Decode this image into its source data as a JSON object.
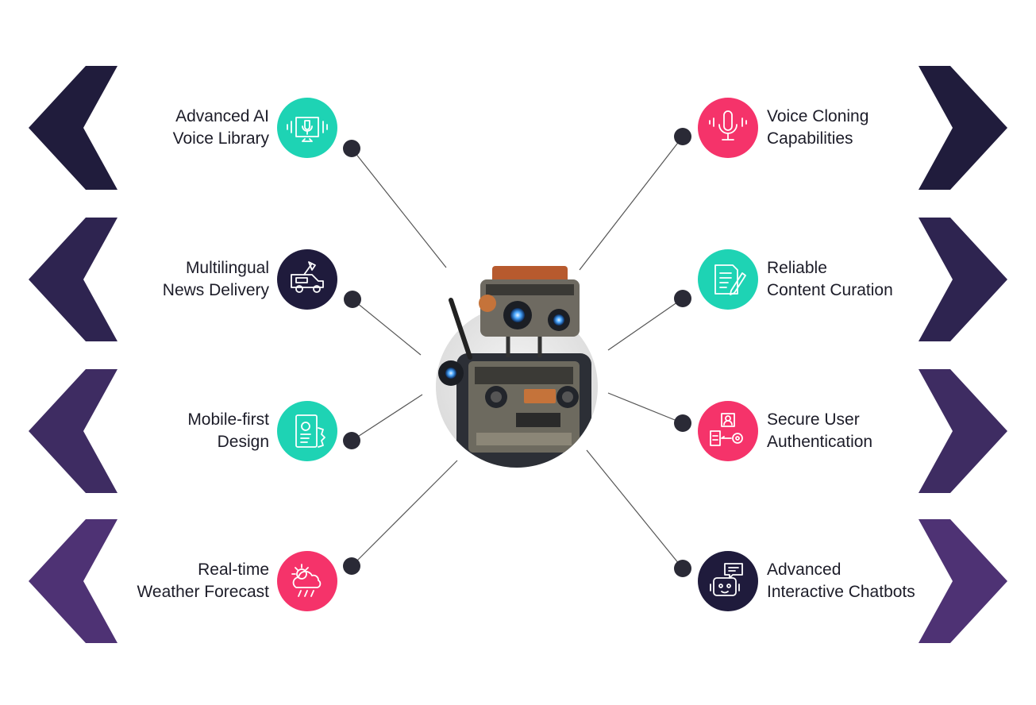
{
  "colors": {
    "teal": "#1ed3b4",
    "pink": "#f5336a",
    "navy": "#1f1b3c",
    "chevron_shades": [
      "#201c3c",
      "#2e2450",
      "#3e2c62",
      "#4e3274"
    ],
    "connector": "#555555",
    "dot": "#2a2a36"
  },
  "features_left": [
    {
      "line1": "Advanced AI",
      "line2": "Voice Library",
      "icon": "voice-library-icon",
      "color": "teal"
    },
    {
      "line1": "Multilingual",
      "line2": "News Delivery",
      "icon": "news-van-icon",
      "color": "navy"
    },
    {
      "line1": "Mobile-first",
      "line2": "Design",
      "icon": "mobile-design-icon",
      "color": "teal"
    },
    {
      "line1": "Real-time",
      "line2": "Weather Forecast",
      "icon": "weather-icon",
      "color": "pink"
    }
  ],
  "features_right": [
    {
      "line1": "Voice Cloning",
      "line2": "Capabilities",
      "icon": "microphone-icon",
      "color": "pink"
    },
    {
      "line1": "Reliable",
      "line2": "Content Curation",
      "icon": "document-curation-icon",
      "color": "teal"
    },
    {
      "line1": "Secure User",
      "line2": "Authentication",
      "icon": "user-authentication-icon",
      "color": "pink"
    },
    {
      "line1": "Advanced",
      "line2": "Interactive Chatbots",
      "icon": "chatbot-icon",
      "color": "navy"
    }
  ],
  "center": {
    "icon": "robot-boombox-illustration"
  }
}
